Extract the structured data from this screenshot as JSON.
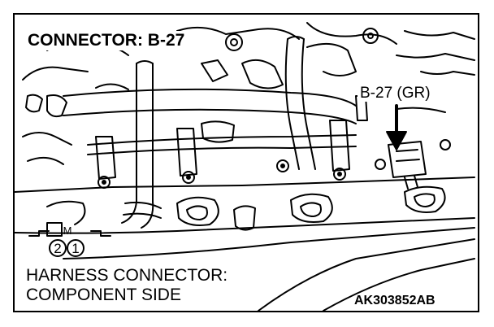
{
  "diagram": {
    "title": "CONNECTOR: B-27",
    "callout_label": "B-27 (GR)",
    "caption_line1": "HARNESS CONNECTOR:",
    "caption_line2": "COMPONENT SIDE",
    "figure_id": "AK303852AB",
    "connector": {
      "tab_letter": "M",
      "pins": [
        "2",
        "1"
      ]
    }
  }
}
